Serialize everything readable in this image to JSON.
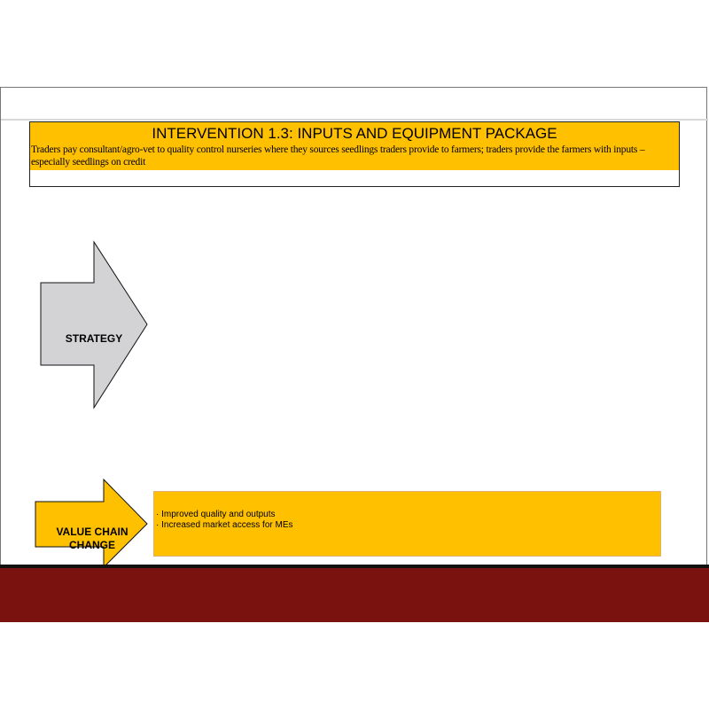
{
  "slide": {
    "title": "INTERVENTION 1.3: INPUTS AND EQUIPMENT PACKAGE",
    "description": "Traders pay consultant/agro-vet to quality control nurseries where they sources seedlings traders provide to farmers; traders provide the farmers with inputs –especially seedlings on credit",
    "strategy_label": "STRATEGY",
    "value_chain_label": "VALUE CHAIN CHANGE",
    "value_chain_items": [
      "Improved quality and outputs",
      "Increased market access for MEs"
    ],
    "colors": {
      "accent": "#ffc000",
      "strategy_arrow": "#d3d3d6",
      "footer": "#7a1210"
    }
  }
}
